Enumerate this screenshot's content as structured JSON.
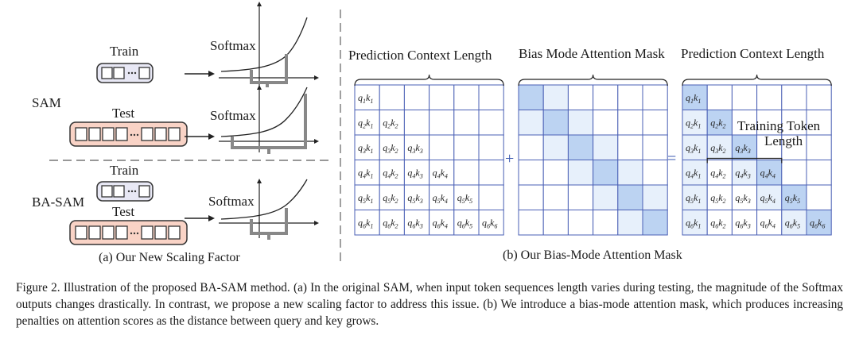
{
  "panel_a": {
    "train_label": "Train",
    "test_label": "Test",
    "softmax_label": "Softmax",
    "sam_label": "SAM",
    "ba_sam_label": "BA-SAM",
    "caption": "(a)  Our New Scaling Factor"
  },
  "panel_b": {
    "left_title": "Prediction Context Length",
    "middle_title": "Bias Mode Attention Mask",
    "right_title": "Prediction Context Length",
    "plus_sign": "+",
    "equals_sign": "=",
    "training_token_line1": "Training Token",
    "training_token_line2": "Length",
    "caption": "(b)  Our Bias-Mode Attention Mask",
    "grid_size": 6,
    "cell_query_symbol": "q",
    "cell_key_symbol": "k"
  },
  "figure_caption": "Figure 2. Illustration of the proposed BA-SAM method. (a) In the original SAM, when input token sequences length varies during testing, the magnitude of the Softmax outputs changes drastically.  In contrast, we propose a new scaling factor to address this issue.  (b) We introduce a bias-mode attention mask, which produces increasing penalties on attention scores as the distance between query and key grows.",
  "colors": {
    "train_box_fill": "#e8e8f5",
    "test_box_fill": "#f9d3c6",
    "grid_line": "#4a5fb5",
    "diag_dark": "#bcd3f2",
    "diag_light": "#e7f0fb",
    "bracket": "#888888",
    "divider": "#777777"
  }
}
